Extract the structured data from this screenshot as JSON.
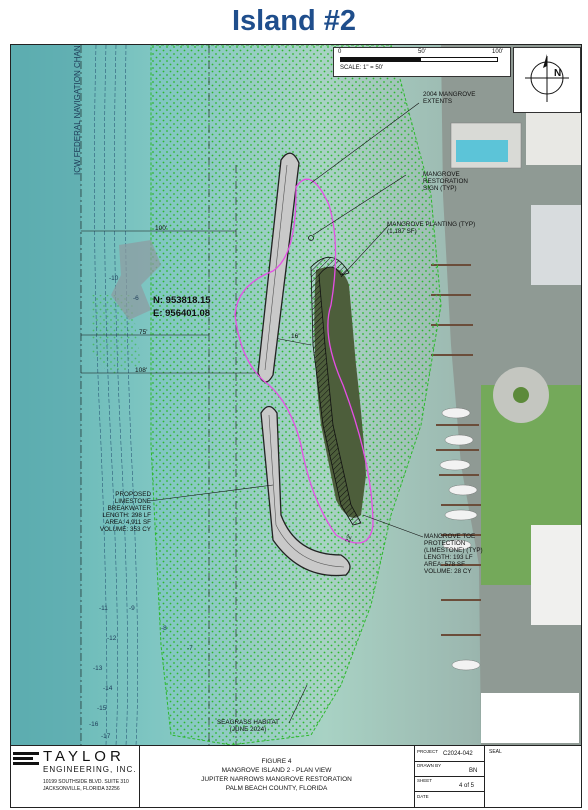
{
  "page_title": "Island #2",
  "scale": {
    "ticks": [
      "0",
      "50'",
      "100'"
    ],
    "label": "SCALE: 1\" = 50'"
  },
  "north_label": "N",
  "channel_label": "ICW FEDERAL NAVIGATION CHANNEL",
  "dimensions": {
    "d100": "100'",
    "d75": "75'",
    "d108": "108'",
    "d16": "16'",
    "d22": "22'"
  },
  "coordinates": {
    "northing": "N: 953818.15",
    "easting": "E: 956401.08"
  },
  "callouts": {
    "mangrove_extents": "2004 MANGROVE\nEXTENTS",
    "restoration_sign": "MANGROVE\nRESTORATION\nSIGN (TYP)",
    "mangrove_planting": "MANGROVE PLANTING  (TYP)\n(1,187 SF)",
    "breakwater": "PROPOSED\nLIMESTONE\nBREAKWATER\nLENGTH: 298 LF\nAREA: 4,911 SF\nVOLUME: 353 CY",
    "toe_protection": "MANGROVE TOE\nPROTECTION\n(LIMESTONE) (TYP)\nLENGTH: 193 LF\nAREA: 578 SF\nVOLUME: 28 CY",
    "seagrass": "SEAGRASS HABITAT\n(JUNE 2024)"
  },
  "contours": [
    "-10",
    "-11",
    "-12",
    "-13",
    "-14",
    "-15",
    "-16",
    "-17",
    "-9",
    "-8",
    "-7",
    "-6"
  ],
  "title_block": {
    "company": "TAYLOR",
    "company_sub": "ENGINEERING, INC.",
    "address1": "10199 SOUTHSIDE BLVD. SUITE 310",
    "address2": "JACKSONVILLE, FLORIDA  32256",
    "figure": "FIGURE 4",
    "line1": "MANGROVE ISLAND 2 - PLAN VIEW",
    "line2": "JUPITER NARROWS MANGROVE RESTORATION",
    "line3": "PALM BEACH COUNTY, FLORIDA",
    "project_label": "PROJECT",
    "project_value": "C2024-042",
    "drawn_label": "DRAWN BY",
    "drawn_value": "BN",
    "sheet_label": "SHEET",
    "sheet_value": "4 of 5",
    "date_label": "DATE",
    "seal_label": "SEAL"
  },
  "colors": {
    "water": "#7fc4c2",
    "seagrass_hatch": "#2db82d",
    "breakwater": "#c8c8c8",
    "mangrove_extent": "#e64ee6",
    "title": "#1f4e8c"
  }
}
